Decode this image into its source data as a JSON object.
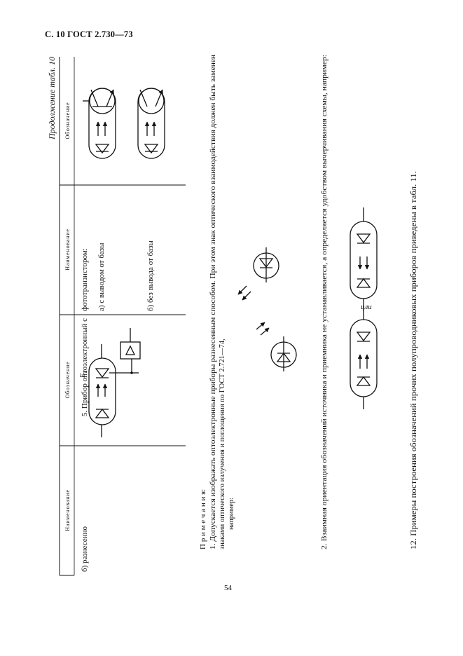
{
  "header": {
    "text": "С. 10 ГОСТ 2.730—73"
  },
  "continuation": "Продолжение табл. 10",
  "columns": {
    "name": "Наименование",
    "symbol": "Обозначение"
  },
  "rows": {
    "separated": "б) разнесенно",
    "phototransistor_line1": "5. Прибор оптоэлектронный с",
    "phototransistor_line2": "фототранзистором:",
    "with_base": "а) с выводом от базы",
    "without_base": "б) без вывода от базы"
  },
  "symbol_labels": {
    "photo_emf": "E",
    "photo_emf_sub": "п"
  },
  "notes": {
    "heading": "П р и м е ч а н и я:",
    "note1_line1": "1. Допускается изображать оптоэлектронные приборы разнесенным способом. При этом знак оптического взаимодействия должен быть заменен",
    "note1_line2": "знаками оптического излучения и поглощения по ГОСТ 2.721—74,",
    "note1_line3": "например:",
    "note2": "2. Взаимная ориентация обозначений источника и приемника не устанавливается, а определяется удобством вычерчивания схемы, например:",
    "or": "или",
    "para12": "12. Примеры построения обозначений прочих полупроводниковых приборов приведены в табл. 11."
  },
  "page_number": "54"
}
